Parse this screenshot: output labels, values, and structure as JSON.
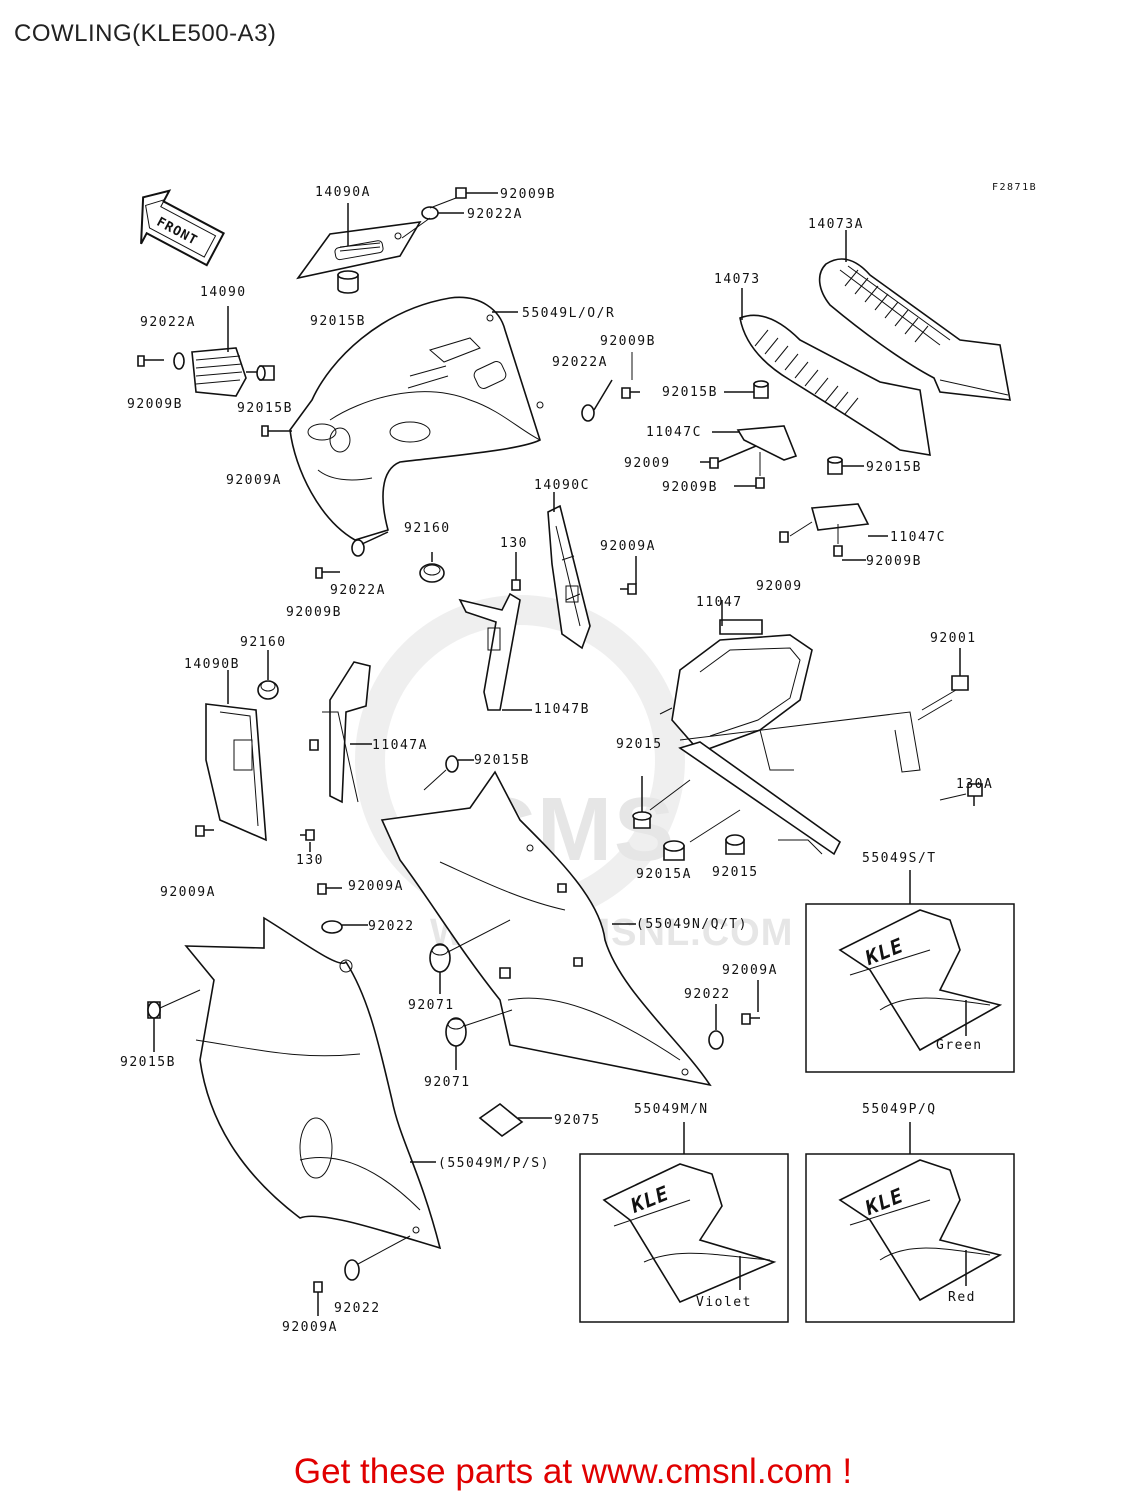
{
  "page": {
    "title": "COWLING(KLE500-A3)"
  },
  "figure": {
    "code": "F2871B",
    "front_label": "FRONT"
  },
  "watermark": {
    "text": "WWW.CMSNL.COM",
    "logo_text": "CMS"
  },
  "callouts": {
    "c01": "14090A",
    "c02": "92009B",
    "c03": "92022A",
    "c04": "92015B",
    "c05": "14090",
    "c06": "92022A",
    "c07": "92009B",
    "c08": "92015B",
    "c09": "55049L/O/R",
    "c10": "92009B",
    "c11": "92022A",
    "c12": "92009A",
    "c13": "14073A",
    "c14": "14073",
    "c15": "92015B",
    "c16": "11047C",
    "c17": "92009",
    "c18": "92009B",
    "c19": "92015B",
    "c20": "11047C",
    "c21": "92009",
    "c22": "92009B",
    "c23": "14090C",
    "c24": "92160",
    "c25": "130",
    "c26": "92009A",
    "c27": "92022A",
    "c28": "92009B",
    "c29": "11047",
    "c30": "92001",
    "c31": "92160",
    "c32": "14090B",
    "c33": "11047B",
    "c34": "11047A",
    "c35": "92015B",
    "c36": "92015",
    "c37": "130A",
    "c38": "130",
    "c39": "92009A",
    "c40": "92009A",
    "c41": "92022",
    "c42": "(55049N/Q/T)",
    "c43": "92015A",
    "c44": "92015",
    "c45": "55049S/T",
    "c46": "92071",
    "c47": "92009A",
    "c48": "92022",
    "c49": "92015B",
    "c50": "92071",
    "c51": "92075",
    "c52": "55049M/N",
    "c53": "55049P/Q",
    "c54": "(55049M/P/S)",
    "c55": "92022",
    "c56": "92009A"
  },
  "variants": {
    "green": "Green",
    "violet": "Violet",
    "red": "Red",
    "emblem": "KLE"
  },
  "footer": {
    "cta": "Get these parts at www.cmsnl.com !"
  }
}
